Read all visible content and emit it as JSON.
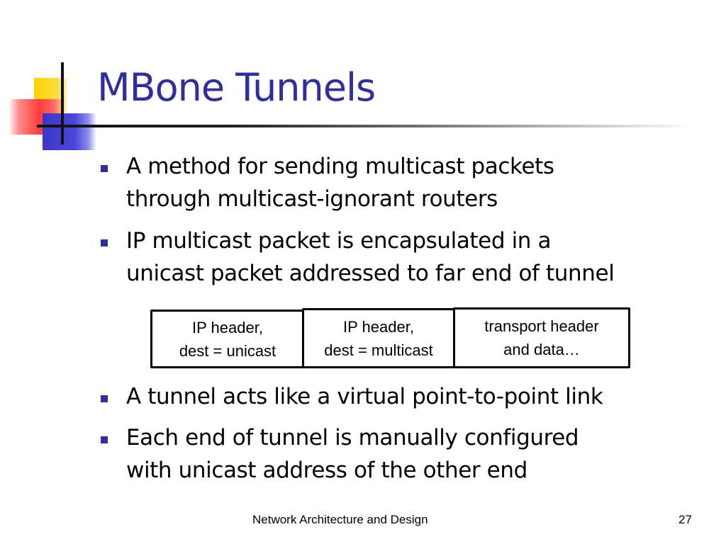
{
  "slide": {
    "title": "MBone Tunnels",
    "bullets": [
      {
        "lines": [
          "A method for sending multicast packets",
          "through multicast-ignorant routers"
        ]
      },
      {
        "lines": [
          "IP multicast packet is encapsulated in a",
          "unicast packet addressed to far end of tunnel"
        ]
      },
      {
        "lines": [
          "A tunnel acts like a virtual point-to-point link"
        ]
      },
      {
        "lines": [
          "Each end of tunnel is manually configured",
          "with unicast address of the other end"
        ]
      }
    ],
    "packet": {
      "fields": [
        {
          "line1": "IP header,",
          "line2": "dest = unicast"
        },
        {
          "line1": "IP header,",
          "line2": "dest = multicast"
        },
        {
          "line1": "transport header",
          "line2": "and data…"
        }
      ]
    }
  },
  "footer": {
    "text": "Network Architecture and Design",
    "page_number": "27"
  },
  "colors": {
    "title": "#2e2ea3",
    "bullet_marker": "#2e2ea3",
    "logo_yellow": "#ffd200",
    "logo_red": "#ff3b3b",
    "logo_blue": "#3b37c8"
  }
}
